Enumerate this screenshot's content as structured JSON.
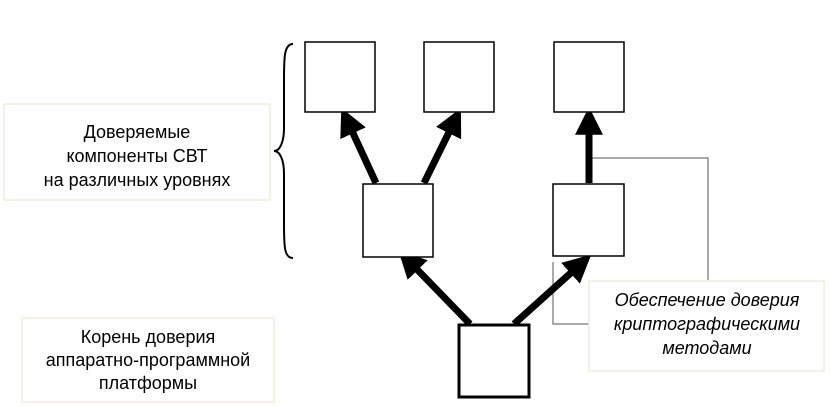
{
  "labels": {
    "trusted_components": [
      "Доверяемые",
      "компоненты СВТ",
      "на различных уровнях"
    ],
    "root_of_trust": [
      "Корень доверия",
      "аппаратно-программной",
      "платформы"
    ],
    "crypto_trust": [
      "Обеспечение доверия",
      "криптографическими",
      "методами"
    ]
  },
  "colors": {
    "stroke": "#000000",
    "box_fill": "#ffffff",
    "label_box_stroke": "#f0ecdc",
    "callout_line": "#555555"
  }
}
